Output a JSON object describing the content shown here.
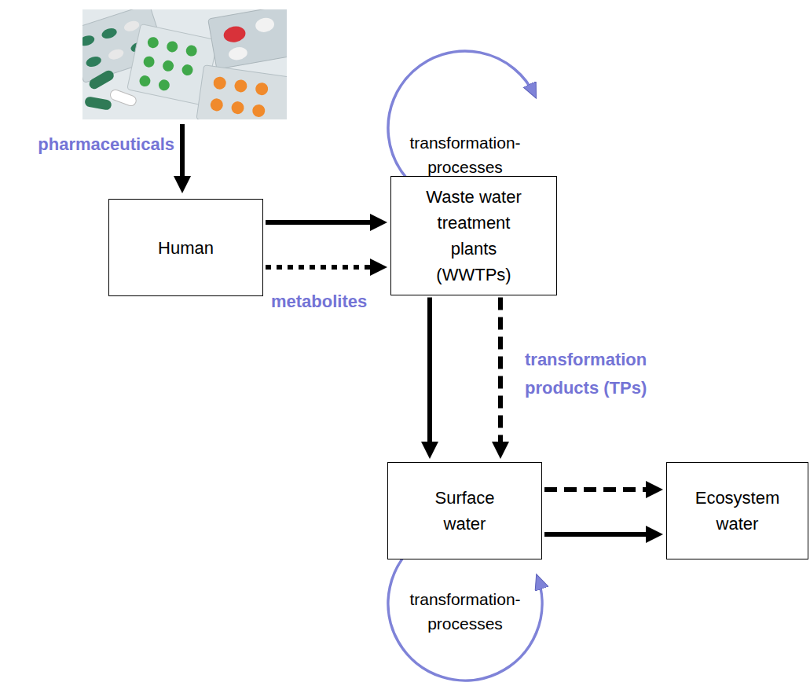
{
  "diagram": {
    "nodes": [
      {
        "text": [
          "Human"
        ]
      },
      {
        "text": [
          "Waste water treatment plants (WWTPs)"
        ]
      },
      {
        "text": [
          "Surface water"
        ]
      },
      {
        "text": [
          "Ecosystem water"
        ]
      }
    ],
    "edges": [
      {
        "from": 0,
        "to": 1,
        "arrow": "to"
      },
      {
        "from": 0,
        "to": 1,
        "arrow": "to",
        "label": "metabolites"
      },
      {
        "from": 1,
        "to": 2,
        "arrow": "to"
      },
      {
        "from": 1,
        "to": 2,
        "arrow": "to",
        "label": "transformation products (TPs)"
      },
      {
        "from": 2,
        "to": 3,
        "arrow": "to"
      },
      {
        "from": 2,
        "to": 3,
        "arrow": "to"
      }
    ],
    "labels": [
      "pharmaceuticals",
      "transformation- processes",
      "transformation- processes"
    ]
  }
}
